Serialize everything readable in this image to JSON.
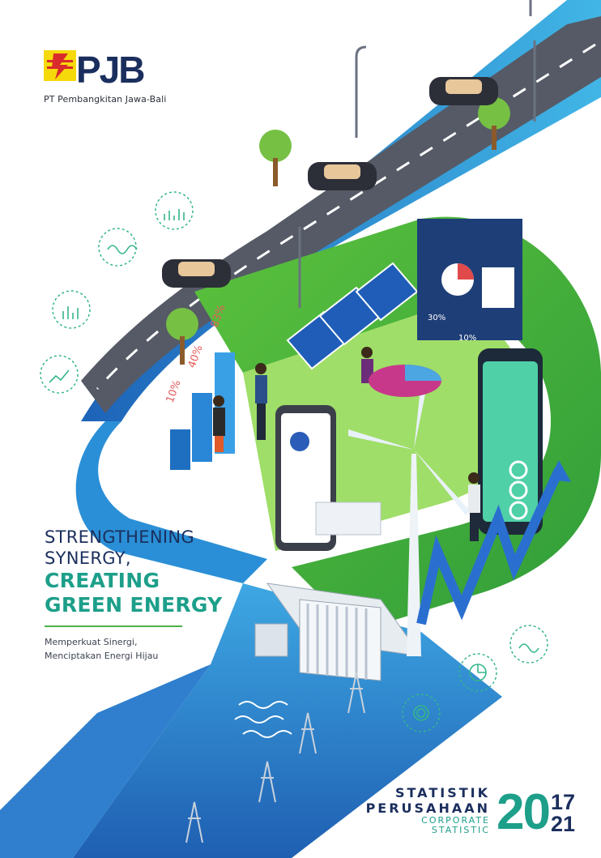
{
  "brand": {
    "logo_text": "PJB",
    "company_name": "PT Pembangkitan Jawa-Bali",
    "colors": {
      "navy": "#1b2f5e",
      "teal": "#1d9f8a",
      "green": "#49b248",
      "yellow": "#f5d90a",
      "red": "#d92b2b"
    }
  },
  "headline": {
    "line1": "STRENGTHENING",
    "line2": "SYNERGY,",
    "line3": "CREATING",
    "line4": "GREEN ENERGY",
    "sub1": "Memperkuat Sinergi,",
    "sub2": "Menciptakan Energi Hijau"
  },
  "report": {
    "title_id_1": "STATISTIK",
    "title_id_2": "PERUSAHAAN",
    "title_en_1": "CORPORATE",
    "title_en_2": "STATISTIC",
    "year_prefix": "20",
    "year_from": "17",
    "year_to": "21"
  },
  "illustration": {
    "bar_labels": [
      "10%",
      "40%",
      "83%"
    ],
    "pie_labels": [
      "30%",
      "10%"
    ],
    "icons": [
      "bar-chart-icon",
      "line-chart-icon",
      "column-chart-icon",
      "trend-icon",
      "wave-chart-icon",
      "pie-chart-icon",
      "radial-chart-icon"
    ]
  }
}
